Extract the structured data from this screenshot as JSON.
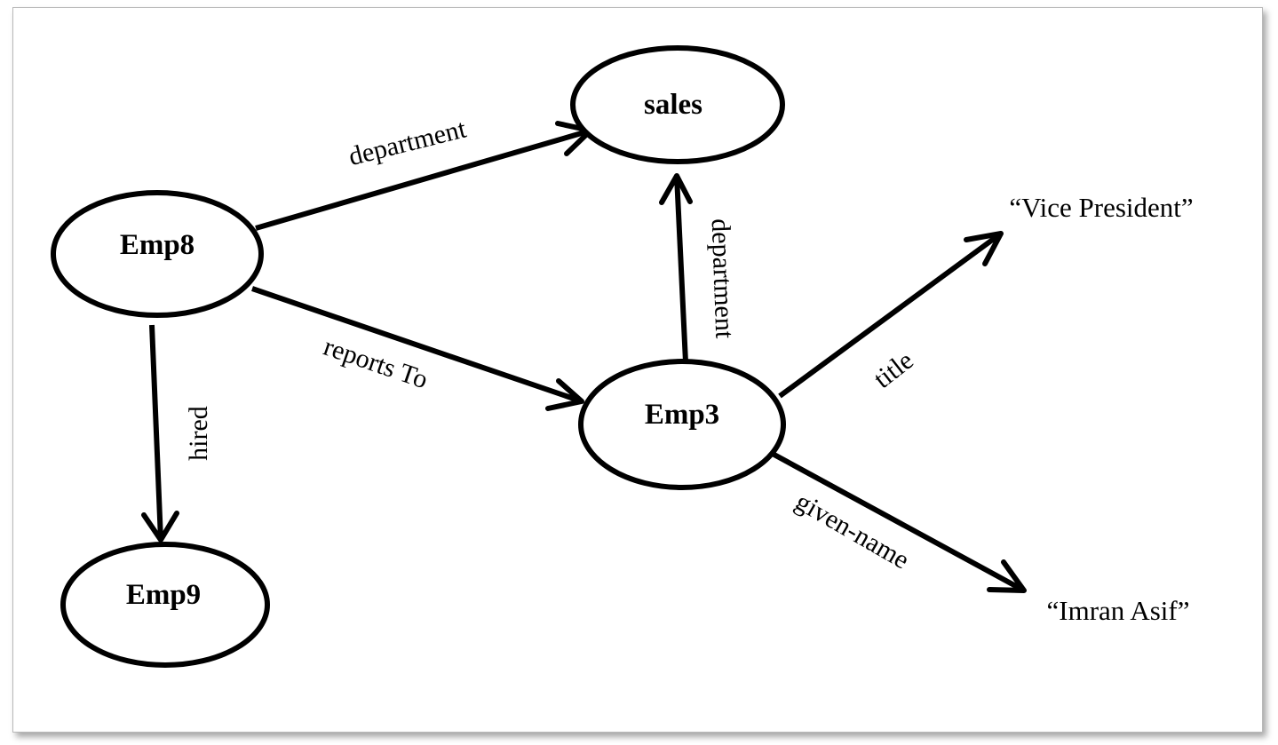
{
  "diagram": {
    "nodes": {
      "sales": "sales",
      "emp8": "Emp8",
      "emp3": "Emp3",
      "emp9": "Emp9"
    },
    "literals": {
      "vice_president": "“Vice President”",
      "imran_asif": "“Imran Asif”"
    },
    "edges": {
      "emp8_department": "department",
      "emp3_department": "department",
      "reports_to": "reports To",
      "hired": "hired",
      "title": "title",
      "given_name": "given-name"
    }
  }
}
